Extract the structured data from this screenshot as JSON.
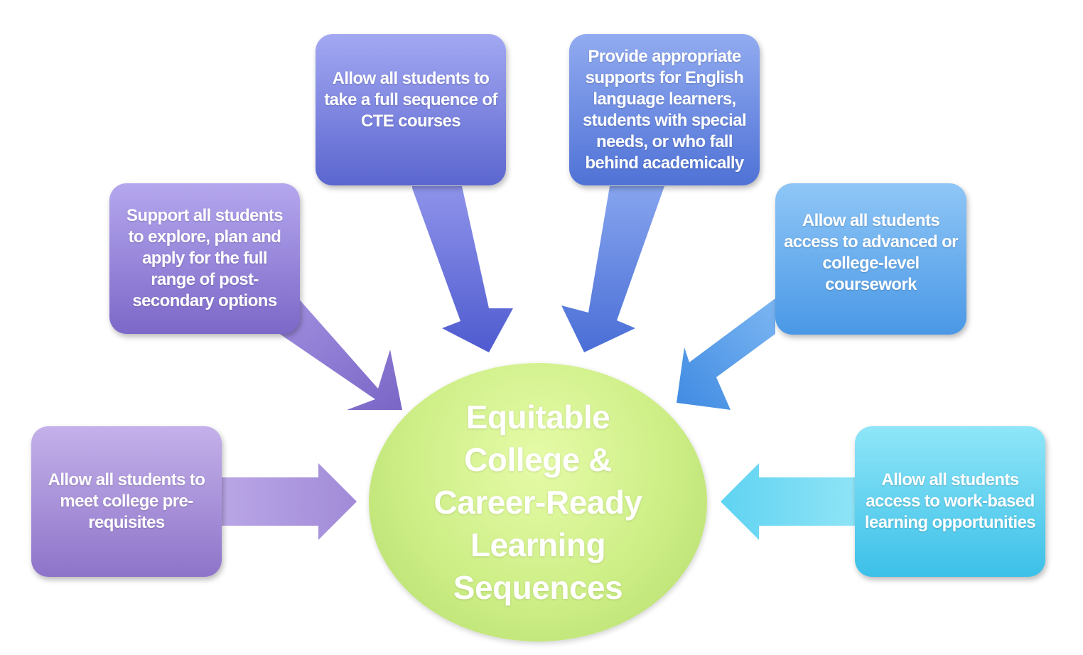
{
  "center": {
    "label": "Equitable College & Career-Ready Learning Sequences"
  },
  "boxes": [
    {
      "label": "Allow all students to meet college pre-requisites"
    },
    {
      "label": "Support all students to explore, plan and apply for the full range of post-secondary options"
    },
    {
      "label": "Allow all students to take a full sequence of CTE courses"
    },
    {
      "label": "Provide appropriate supports for English language learners, students with special needs, or who fall behind academically"
    },
    {
      "label": "Allow all students access to advanced or college-level coursework"
    },
    {
      "label": "Allow all students access to work-based learning opportunities"
    }
  ],
  "colors": {
    "center_fill": "#cdee86",
    "box_1": "#a48cd8",
    "box_2": "#9886dc",
    "box_3": "#7b84e0",
    "box_4": "#6c8ee3",
    "box_5": "#6cb0ee",
    "box_6": "#62d3f0"
  }
}
